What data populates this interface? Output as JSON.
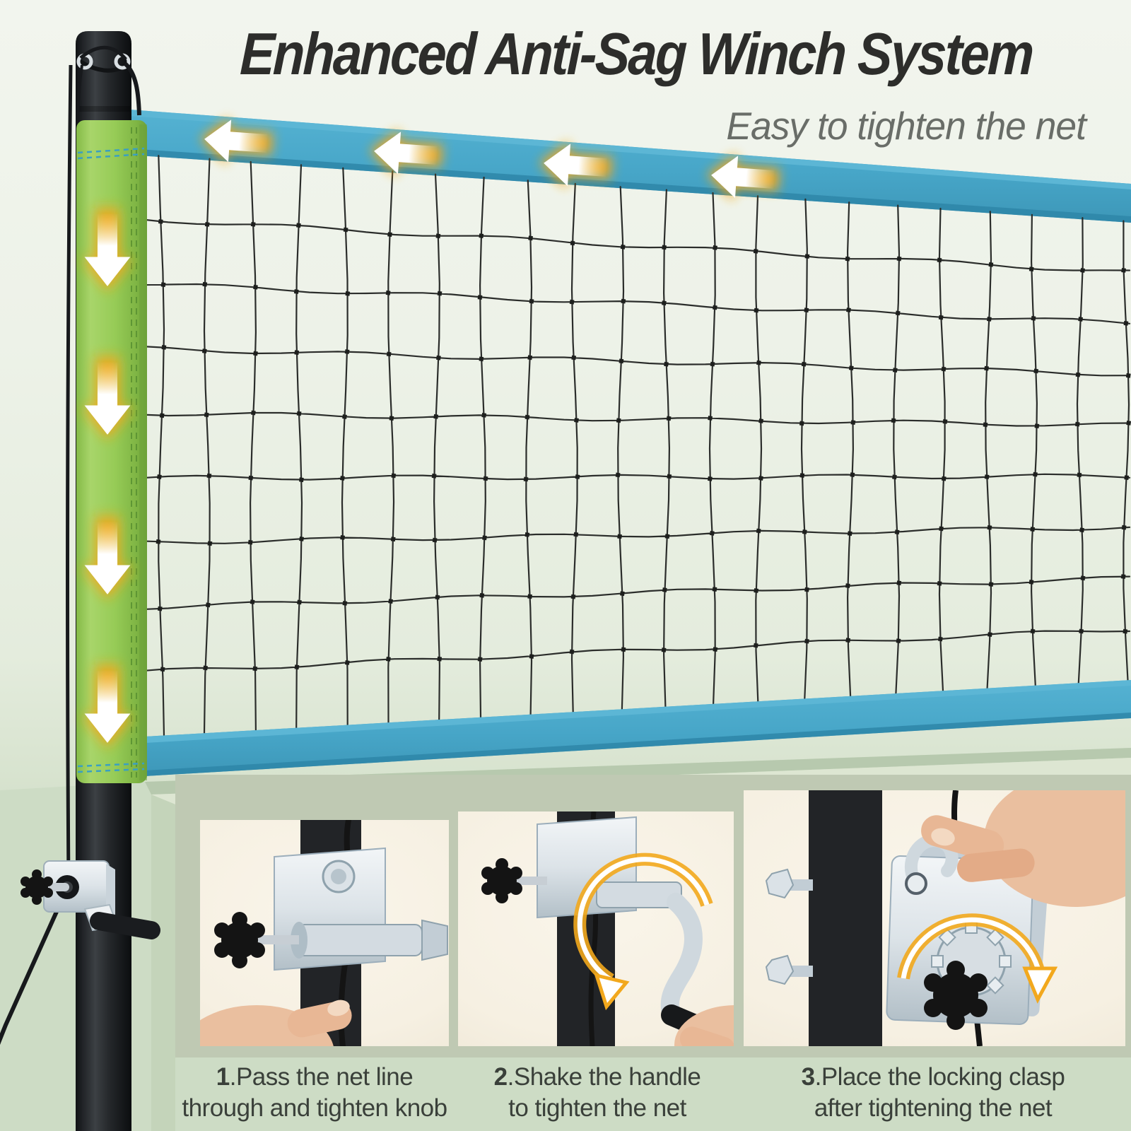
{
  "header": {
    "title": "Enhanced Anti-Sag Winch System",
    "subtitle": "Easy to tighten the net"
  },
  "net_annotations": {
    "top_band_arrows": {
      "direction": "left",
      "count": 4
    },
    "pole_sleeve_arrows": {
      "direction": "down",
      "count": 4
    }
  },
  "steps": [
    {
      "num": "1",
      "sep": ".",
      "line1": "Pass the net line",
      "line2": "through and tighten knob"
    },
    {
      "num": "2",
      "sep": ".",
      "line1": "Shake the handle",
      "line2": "to tighten the net"
    },
    {
      "num": "3",
      "sep": ".",
      "line1": "Place the locking clasp",
      "line2": "after tightening the net"
    }
  ],
  "colors": {
    "band_blue": "#47a6c8",
    "band_blue_dark": "#2e86a8",
    "sleeve_green": "#8dc553",
    "arrow_glow": "#f2a81d",
    "pole_black": "#1c1e21",
    "title_text": "#2d2d2b",
    "subtitle_text": "#696d68",
    "caption_text": "#3a403a",
    "bottom_panel": "#bfc9b3",
    "photo_bg": "#f8f3e8"
  }
}
